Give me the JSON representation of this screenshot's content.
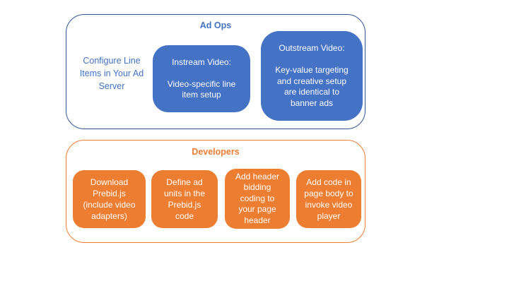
{
  "colors": {
    "blue_fill": "#4472C4",
    "blue_border": "#2F5597",
    "blue_text": "#4472C4",
    "orange_fill": "#ED7D31",
    "orange_border": "#ED7D31",
    "box_text": "#FFFFFF",
    "background": "#FFFFFF"
  },
  "ad_ops": {
    "title": "Ad Ops",
    "side_note": "Configure Line\nItems in Your Ad\nServer",
    "boxes": [
      {
        "text": "Instream Video:\n\nVideo-specific line\nitem setup"
      },
      {
        "text": "Outstream Video:\n\nKey-value targeting\nand creative setup\nare identical to\nbanner ads"
      }
    ]
  },
  "developers": {
    "title": "Developers",
    "boxes": [
      {
        "text": "Download\nPrebid.js\n(include video\nadapters)"
      },
      {
        "text": "Define ad\nunits in the\nPrebid.js\ncode"
      },
      {
        "text": "Add header\nbidding\ncoding to\nyour page\nheader"
      },
      {
        "text": "Add code in\npage body to\ninvoke video\nplayer"
      }
    ]
  }
}
